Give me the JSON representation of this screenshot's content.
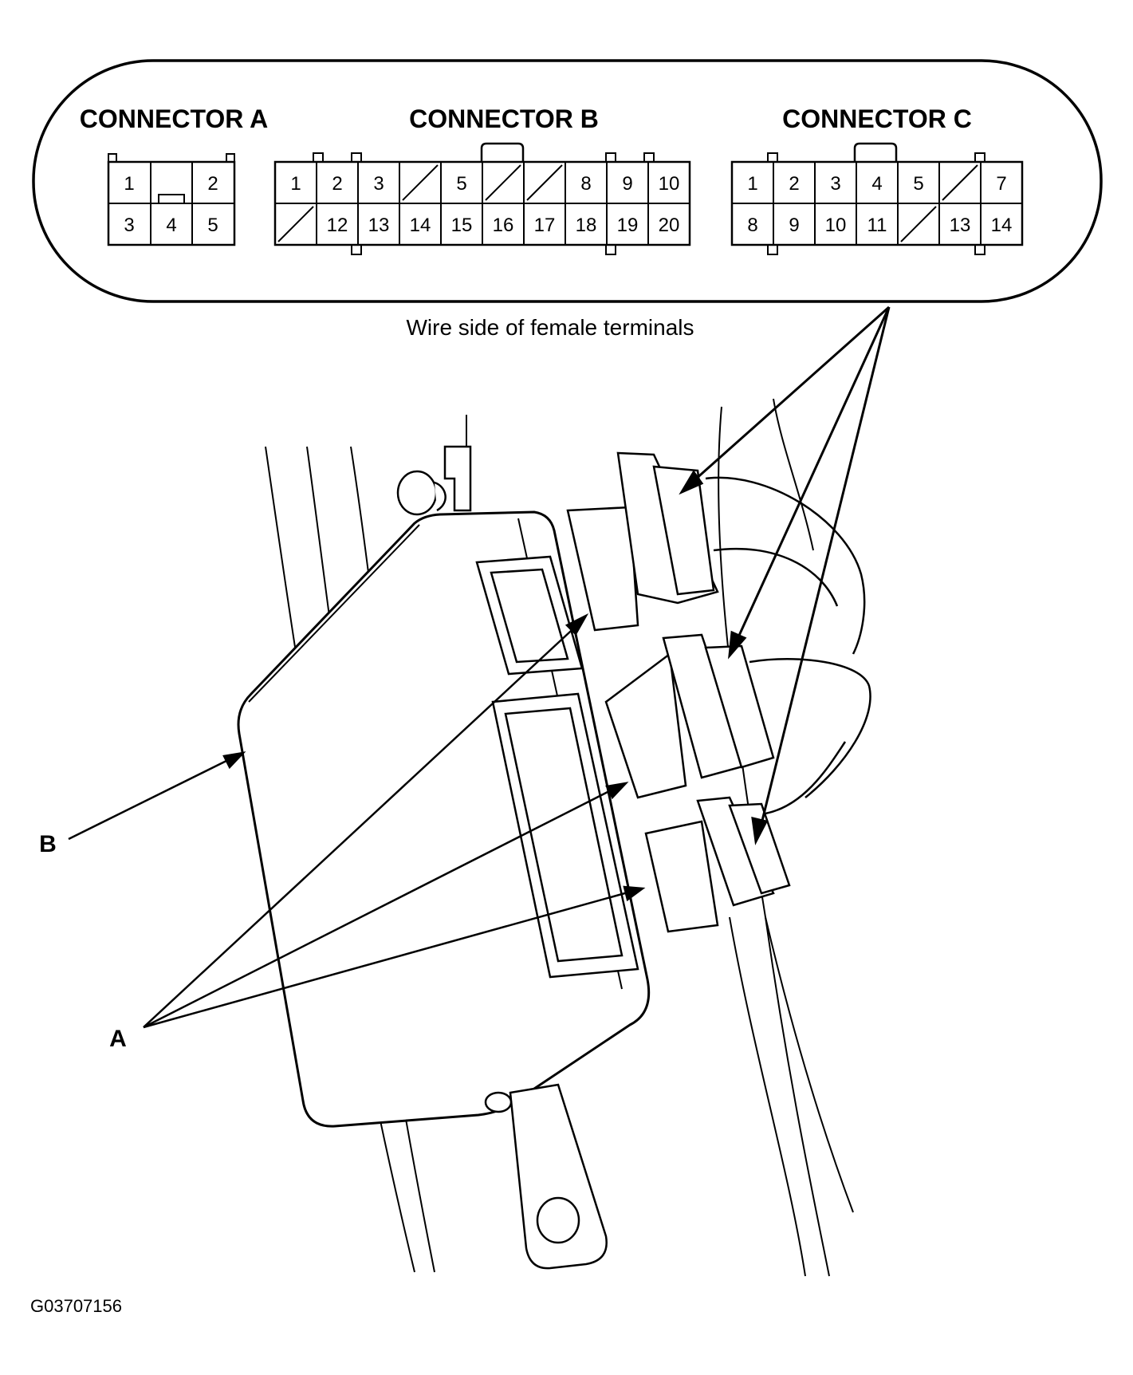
{
  "diagram": {
    "view_caption": "Wire side of female terminals",
    "figure_code": "G03707156",
    "callouts": {
      "a": "A",
      "b": "B"
    },
    "connectors": [
      {
        "id": "a",
        "title": "CONNECTOR A",
        "cols": 3,
        "rows": [
          [
            "1",
            "",
            "2"
          ],
          [
            "3",
            "4",
            "5"
          ]
        ]
      },
      {
        "id": "b",
        "title": "CONNECTOR B",
        "cols": 10,
        "rows": [
          [
            "1",
            "2",
            "3",
            "/",
            "5",
            "/",
            "/",
            "8",
            "9",
            "10"
          ],
          [
            "/",
            "12",
            "13",
            "14",
            "15",
            "16",
            "17",
            "18",
            "19",
            "20"
          ]
        ]
      },
      {
        "id": "c",
        "title": "CONNECTOR C",
        "cols": 7,
        "rows": [
          [
            "1",
            "2",
            "3",
            "4",
            "5",
            "/",
            "7"
          ],
          [
            "8",
            "9",
            "10",
            "11",
            "/",
            "13",
            "14"
          ]
        ]
      }
    ]
  }
}
